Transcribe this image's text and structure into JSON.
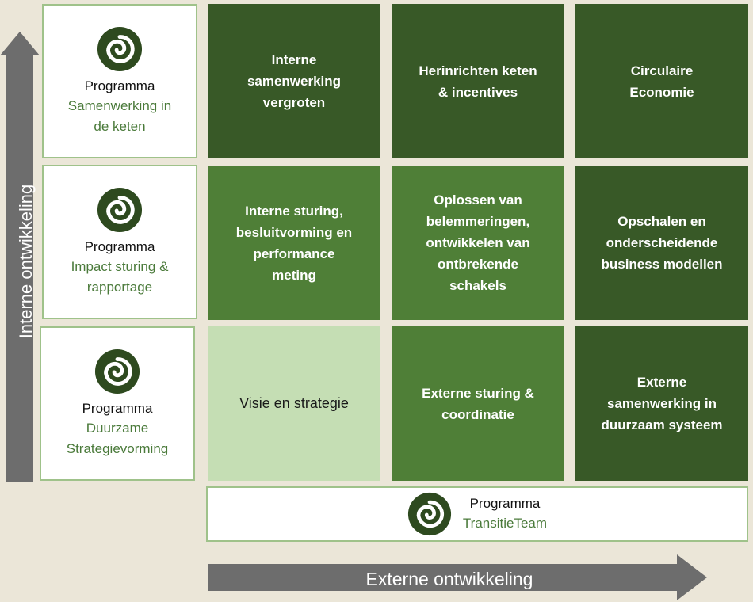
{
  "axes": {
    "vertical_label": "Interne ontwikkeling",
    "horizontal_label": "Externe ontwikkeling"
  },
  "programs": {
    "row1": {
      "label": "Programma",
      "name": "Samenwerking in\nde keten"
    },
    "row2": {
      "label": "Programma",
      "name": "Impact sturing &\nrapportage"
    },
    "row3": {
      "label": "Programma",
      "name": "Duurzame\nStrategievorming"
    },
    "bottom": {
      "label": "Programma",
      "name": "TransitieTeam"
    }
  },
  "grid": {
    "r1c1": "Interne\nsamenwerking\nvergroten",
    "r1c2": "Herinrichten keten\n& incentives",
    "r1c3": "Circulaire\nEconomie",
    "r2c1": "Interne sturing,\nbesluitvorming en\nperformance\nmeting",
    "r2c2": "Oplossen van\nbelemmeringen,\nontwikkelen van\nontbrekende\nschakels",
    "r2c3": "Opschalen en\nonderscheidende\nbusiness modellen",
    "r3c1": "Visie en strategie",
    "r3c2": "Externe sturing &\ncoordinatie",
    "r3c3": "Externe\nsamenwerking in\nduurzaam systeem"
  },
  "colors": {
    "dark_green": "#385927",
    "mid_green": "#4f7f37",
    "light_green": "#c5deb4",
    "arrow_gray": "#6d6d6d",
    "background": "#ebe6d8"
  },
  "icons": {
    "program_logo": "spiral-logo-icon"
  }
}
